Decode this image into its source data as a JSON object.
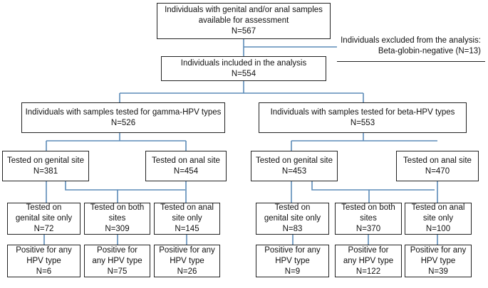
{
  "boxes": {
    "available": {
      "lines": [
        "Individuals with genital and/or anal samples",
        "available for assessment",
        "N=567"
      ]
    },
    "excluded": {
      "lines": [
        "Individuals excluded from the analysis:",
        "Beta-globin-negative (N=13)"
      ]
    },
    "included": {
      "lines": [
        "Individuals included in the analysis",
        "N=554"
      ]
    },
    "gamma": {
      "lines": [
        "Individuals with samples tested for gamma-HPV types",
        "N=526"
      ]
    },
    "beta": {
      "lines": [
        "Individuals with samples tested for beta-HPV types",
        "N=553"
      ]
    },
    "gamma_genital": {
      "lines": [
        "Tested on genital site",
        "N=381"
      ]
    },
    "gamma_anal": {
      "lines": [
        "Tested on anal site",
        "N=454"
      ]
    },
    "beta_genital": {
      "lines": [
        "Tested on genital site",
        "N=453"
      ]
    },
    "beta_anal": {
      "lines": [
        "Tested on anal site",
        "N=470"
      ]
    },
    "g_gen_only": {
      "lines": [
        "Tested on",
        "genital site only",
        "N=72"
      ]
    },
    "g_both": {
      "lines": [
        "Tested on both",
        "sites",
        "N=309"
      ]
    },
    "g_anal_only": {
      "lines": [
        "Tested on anal",
        "site only",
        "N=145"
      ]
    },
    "b_gen_only": {
      "lines": [
        "Tested on",
        "genital site only",
        "N=83"
      ]
    },
    "b_both": {
      "lines": [
        "Tested on both",
        "sites",
        "N=370"
      ]
    },
    "b_anal_only": {
      "lines": [
        "Tested on anal",
        "site only",
        "N=100"
      ]
    },
    "g_pos_gen": {
      "lines": [
        "Positive for any",
        "HPV type",
        "N=6"
      ]
    },
    "g_pos_both": {
      "lines": [
        "Positive for",
        "any HPV type",
        "N=75"
      ]
    },
    "g_pos_anal": {
      "lines": [
        "Positive for any",
        "HPV type",
        "N=26"
      ]
    },
    "b_pos_gen": {
      "lines": [
        "Positive for any",
        "HPV type",
        "N=9"
      ]
    },
    "b_pos_both": {
      "lines": [
        "Positive for",
        "any HPV type",
        "N=122"
      ]
    },
    "b_pos_anal": {
      "lines": [
        "Positive for any",
        "HPV type",
        "N=39"
      ]
    }
  },
  "colors": {
    "connector": "#5b8bb8",
    "border": "#222222"
  }
}
